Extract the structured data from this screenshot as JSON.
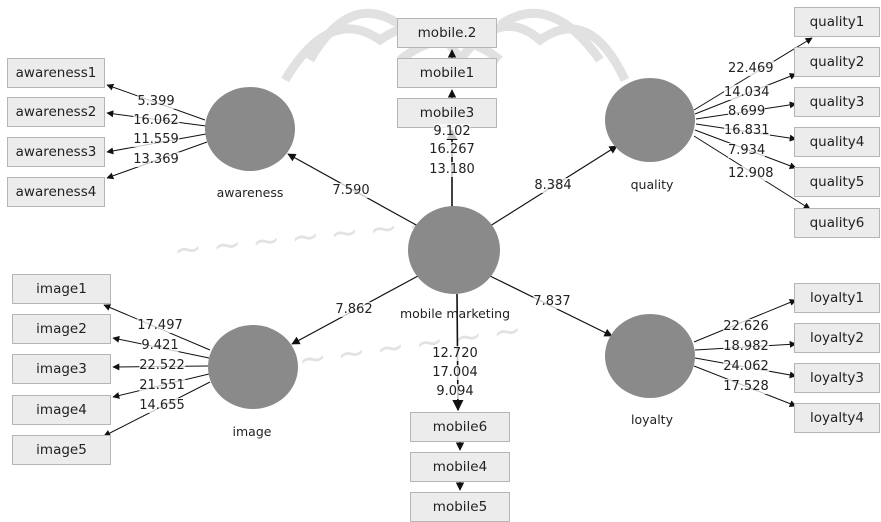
{
  "constructs": {
    "awareness": "awareness",
    "quality": "quality",
    "mobile_marketing": "mobile marketing",
    "image": "image",
    "loyalty": "loyalty"
  },
  "indicators": {
    "awareness": [
      "awareness1",
      "awareness2",
      "awareness3",
      "awareness4"
    ],
    "quality": [
      "quality1",
      "quality2",
      "quality3",
      "quality4",
      "quality5",
      "quality6"
    ],
    "image": [
      "image1",
      "image2",
      "image3",
      "image4",
      "image5"
    ],
    "loyalty": [
      "loyalty1",
      "loyalty2",
      "loyalty3",
      "loyalty4"
    ],
    "mobile_top": [
      "mobile.2",
      "mobile1",
      "mobile3"
    ],
    "mobile_bottom": [
      "mobile6",
      "mobile4",
      "mobile5"
    ]
  },
  "loadings": {
    "awareness": [
      "5.399",
      "16.062",
      "11.559",
      "13.369"
    ],
    "quality": [
      "22.469",
      "14.034",
      "8.699",
      "16.831",
      "7.934",
      "12.908"
    ],
    "image": [
      "17.497",
      "9.421",
      "22.522",
      "21.551",
      "14.655"
    ],
    "loyalty": [
      "22.626",
      "18.982",
      "24.062",
      "17.528"
    ],
    "mobile_top": [
      "9.102",
      "16.267",
      "13.180"
    ],
    "mobile_bottom": [
      "12.720",
      "17.004",
      "9.094"
    ]
  },
  "paths": {
    "awareness": "7.590",
    "quality": "8.384",
    "image": "7.862",
    "loyalty": "7.837"
  },
  "colors": {
    "circle": "#8a8a8a",
    "box_fill": "#ececec",
    "box_border": "#b5b5b5",
    "line": "#111111",
    "watermark": "#d9d9d9"
  }
}
